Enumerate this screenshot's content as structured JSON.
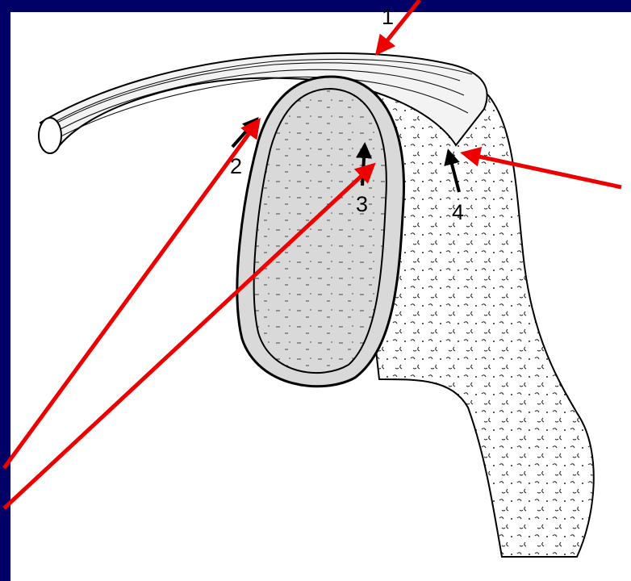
{
  "figure": {
    "labels": {
      "one": "1",
      "two": "2",
      "three": "3",
      "four": "4"
    },
    "colors": {
      "background": "#000066",
      "panel": "#ffffff",
      "pointer_arrow": "#ee0000",
      "ink": "#000000"
    }
  }
}
